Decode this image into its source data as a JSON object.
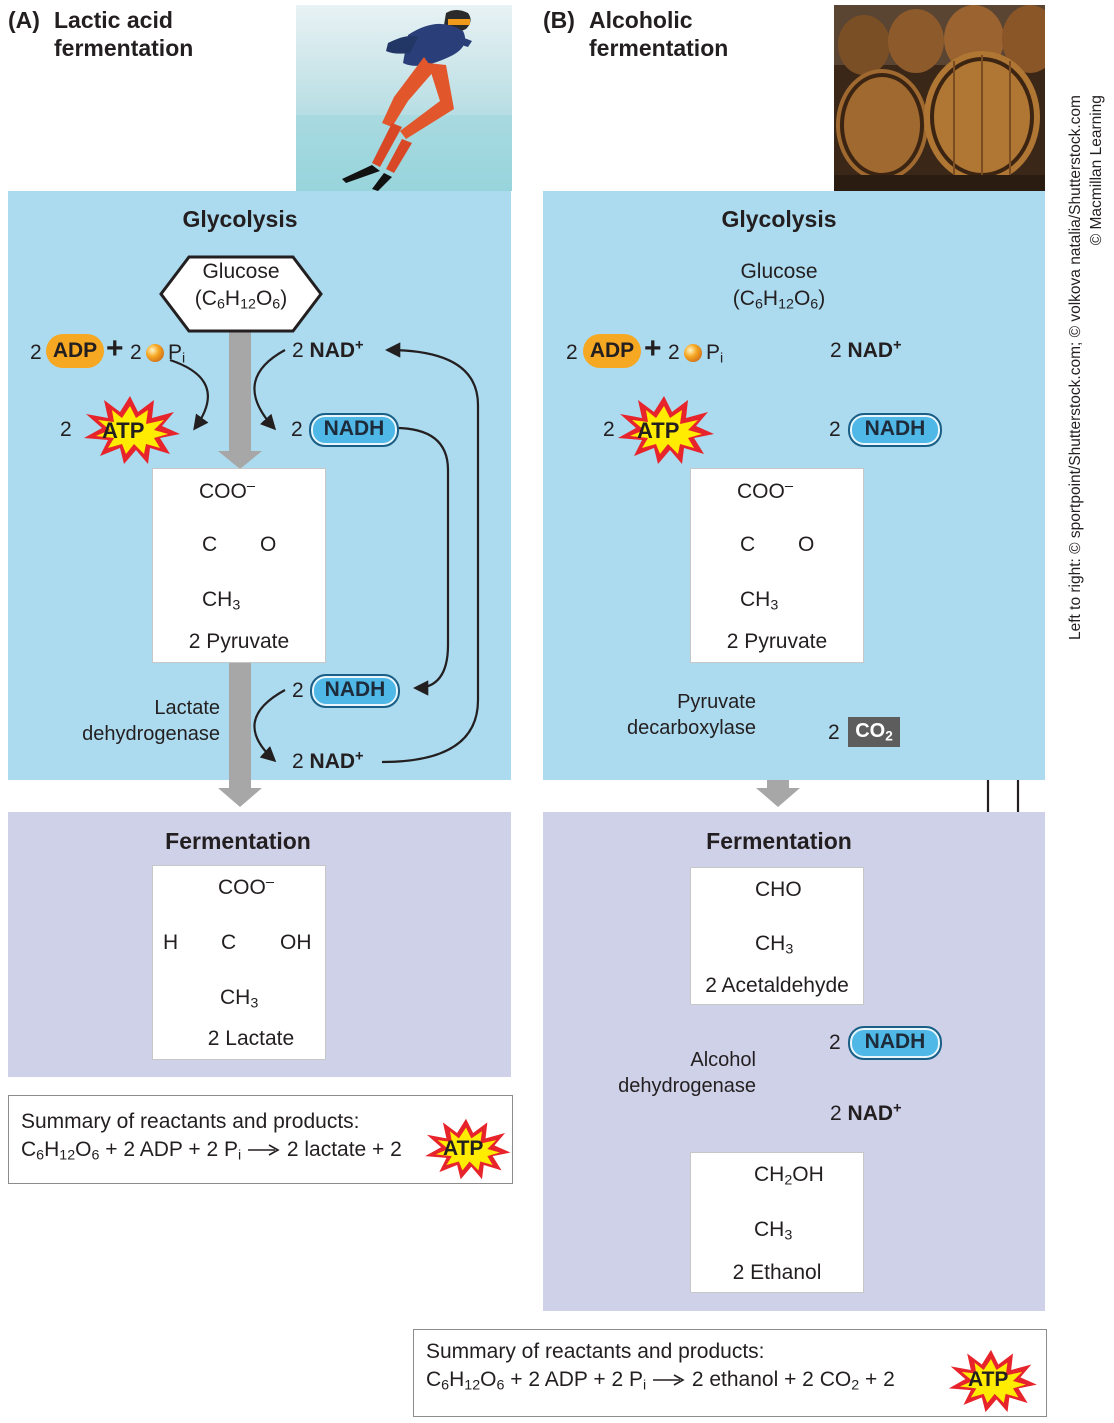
{
  "panels": {
    "a": {
      "tag": "(A)",
      "title_line1": "Lactic acid",
      "title_line2": "fermentation"
    },
    "b": {
      "tag": "(B)",
      "title_line1": "Alcoholic",
      "title_line2": "fermentation"
    }
  },
  "credit": {
    "line1": "Left to right: © sportpoint/Shutterstock.com; © volkova natalia/Shutterstock.com",
    "line2": "© Macmillan Learning"
  },
  "sections": {
    "glycolysis": "Glycolysis",
    "fermentation": "Fermentation"
  },
  "molecules": {
    "glucose": "Glucose",
    "glucose_formula": {
      "c": "(C",
      "c_sub": "6",
      "h": "H",
      "h_sub": "12",
      "o": "O",
      "o_sub": "6",
      "close": ")"
    },
    "coo": "COO",
    "charge": "–",
    "c": "C",
    "o": "O",
    "h": "H",
    "oh": "OH",
    "cho": "CHO",
    "ch3": "CH",
    "ch3_sub": "3",
    "ch2oh_a": "CH",
    "ch2oh_sub": "2",
    "ch2oh_b": "OH",
    "pyruvate": "2 Pyruvate",
    "lactate": "2 Lactate",
    "acetaldehyde": "2 Acetaldehyde",
    "ethanol": "2 Ethanol"
  },
  "cofactors": {
    "two": "2",
    "adp": "ADP",
    "plus": "+",
    "p": "P",
    "p_sub": "i",
    "atp": "ATP",
    "nad": "NAD",
    "nad_sup": "+",
    "nadh": "NADH",
    "co2": "CO",
    "co2_sub": "2"
  },
  "enzymes": {
    "lactate_dh_1": "Lactate",
    "lactate_dh_2": "dehydrogenase",
    "pyruvate_dc_1": "Pyruvate",
    "pyruvate_dc_2": "decarboxylase",
    "alcohol_dh_1": "Alcohol",
    "alcohol_dh_2": "dehydrogenase"
  },
  "summary": {
    "heading": "Summary of reactants and products:",
    "a": {
      "c": "C",
      "c_sub": "6",
      "h": "H",
      "h_sub": "12",
      "o": "O",
      "o_sub": "6",
      "mid": " + 2 ADP + 2 P",
      "p_sub": "i",
      "product": " 2 lactate + 2 "
    },
    "b": {
      "c": "C",
      "c_sub": "6",
      "h": "H",
      "h_sub": "12",
      "o": "O",
      "o_sub": "6",
      "mid": " + 2 ADP + 2 P",
      "p_sub": "i",
      "product": " 2 ethanol + 2 CO",
      "co2_sub": "2",
      "tail": " + 2"
    }
  },
  "colors": {
    "glycolysis_bg": "#acdaee",
    "fermentation_bg": "#cfd1e8",
    "arrow_gray": "#a7a7a7",
    "nadh_fill": "#4fb8e6",
    "adp_fill": "#f6a823",
    "atp_burst": "#e7242b",
    "atp_core": "#ffec00"
  }
}
